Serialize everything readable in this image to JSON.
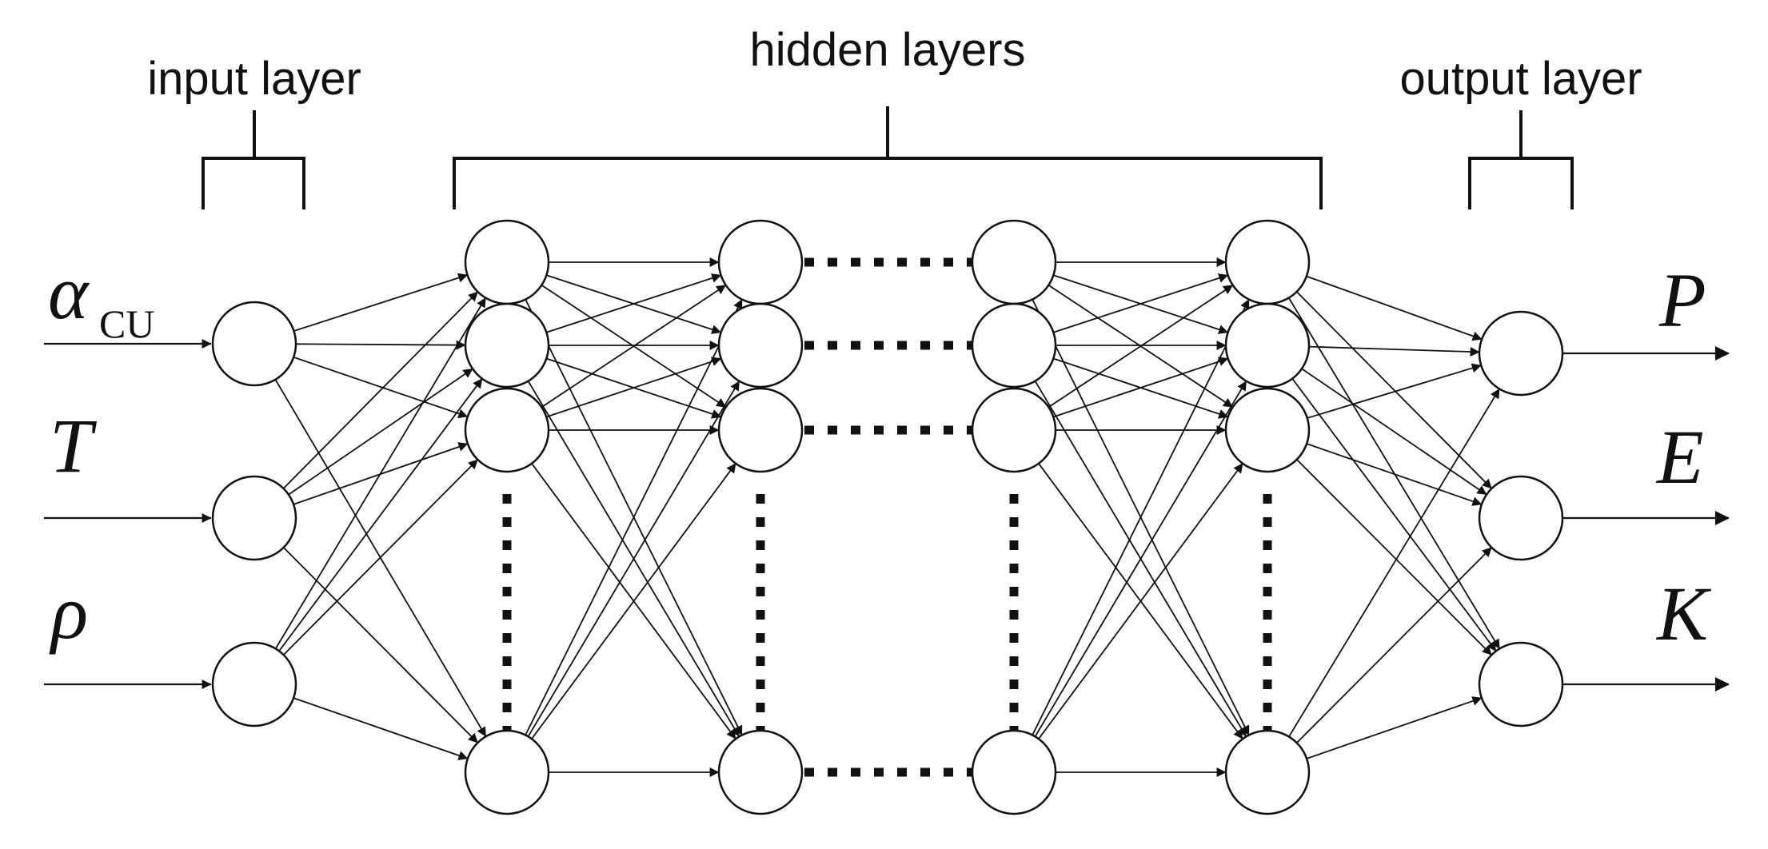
{
  "layer_labels": {
    "input": "input layer",
    "hidden": "hidden layers",
    "output": "output layer"
  },
  "inputs": [
    {
      "symbol": "α",
      "subscript": "CU"
    },
    {
      "symbol": "T",
      "subscript": ""
    },
    {
      "symbol": "ρ",
      "subscript": ""
    }
  ],
  "outputs": [
    {
      "symbol": "P"
    },
    {
      "symbol": "E"
    },
    {
      "symbol": "K"
    }
  ]
}
